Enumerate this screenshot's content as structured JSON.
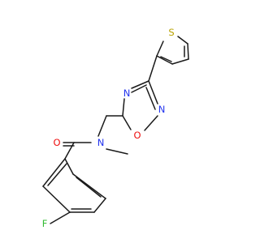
{
  "atoms": {
    "S": {
      "text": "S",
      "color": "#b8a200"
    },
    "N1": {
      "text": "N",
      "color": "#2233ee"
    },
    "N2": {
      "text": "N",
      "color": "#2233ee"
    },
    "O1": {
      "text": "O",
      "color": "#ee1111"
    },
    "N3": {
      "text": "N",
      "color": "#2233ee"
    },
    "O2": {
      "text": "O",
      "color": "#ee1111"
    },
    "F": {
      "text": "F",
      "color": "#33bb33"
    }
  }
}
